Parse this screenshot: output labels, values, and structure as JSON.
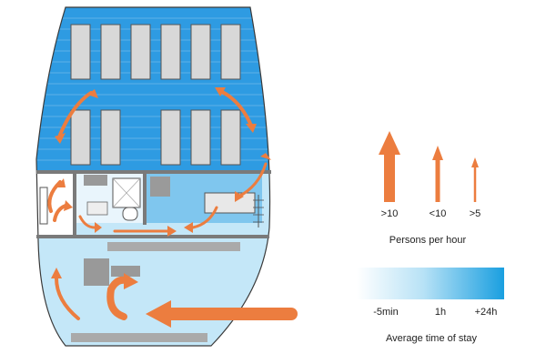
{
  "colors": {
    "deep_blue": "#2e9be2",
    "light_blue": "#c4e7f8",
    "arrow_orange": "#ec7d3f",
    "furniture_gray": "#b3b3b3",
    "wall_gray": "#7a7a7a"
  },
  "legend": {
    "flow": {
      "title": "Persons per hour",
      "items": [
        {
          "label": ">10",
          "magnitude": "large"
        },
        {
          "label": "<10",
          "magnitude": "medium"
        },
        {
          "label": ">5",
          "magnitude": "small"
        }
      ]
    },
    "stay": {
      "title": "Average time of stay",
      "ticks": [
        "-5min",
        "1h",
        "+24h"
      ]
    }
  },
  "plan": {
    "zones": [
      {
        "id": "dormitory",
        "stay": "long"
      },
      {
        "id": "bathroom",
        "stay": "medium"
      },
      {
        "id": "lounge",
        "stay": "medium"
      },
      {
        "id": "hall",
        "stay": "short"
      },
      {
        "id": "entrance-lobby",
        "stay": "short"
      }
    ]
  }
}
